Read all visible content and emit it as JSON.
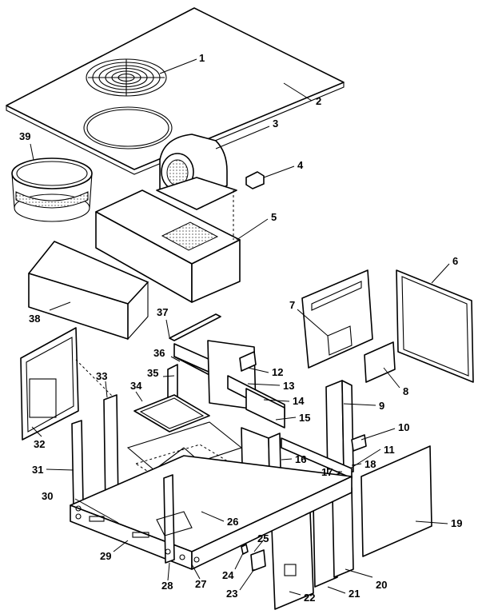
{
  "diagram": {
    "callouts": [
      "1",
      "2",
      "3",
      "4",
      "5",
      "6",
      "7",
      "8",
      "9",
      "10",
      "11",
      "12",
      "13",
      "14",
      "15",
      "16",
      "17",
      "18",
      "19",
      "20",
      "21",
      "22",
      "23",
      "24",
      "25",
      "26",
      "27",
      "28",
      "29",
      "30",
      "31",
      "32",
      "33",
      "34",
      "35",
      "36",
      "37",
      "38",
      "39"
    ]
  },
  "colors": {
    "ink": "#000000",
    "paper": "#ffffff"
  }
}
